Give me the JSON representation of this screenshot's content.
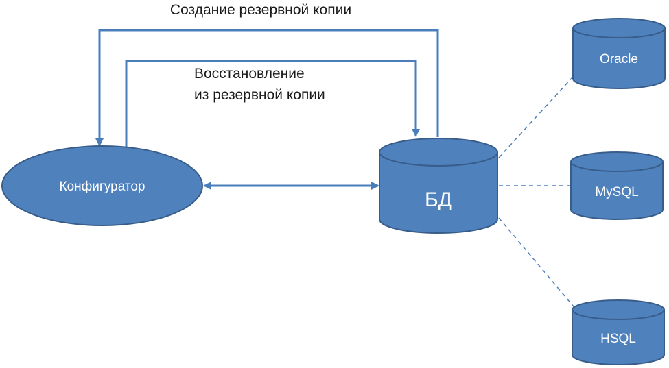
{
  "edges": {
    "backup_label": "Создание резервной копии",
    "restore_label_line1": "Восстановление",
    "restore_label_line2": "из резервной копии"
  },
  "nodes": {
    "configurator": "Конфигуратор",
    "database": "БД",
    "oracle": "Oracle",
    "mysql": "MySQL",
    "hsql": "HSQL"
  },
  "colors": {
    "node_fill": "#4f81bd",
    "node_stroke": "#385d8a",
    "arrow": "#4a7ebb",
    "dashed": "#4a7ebb"
  }
}
